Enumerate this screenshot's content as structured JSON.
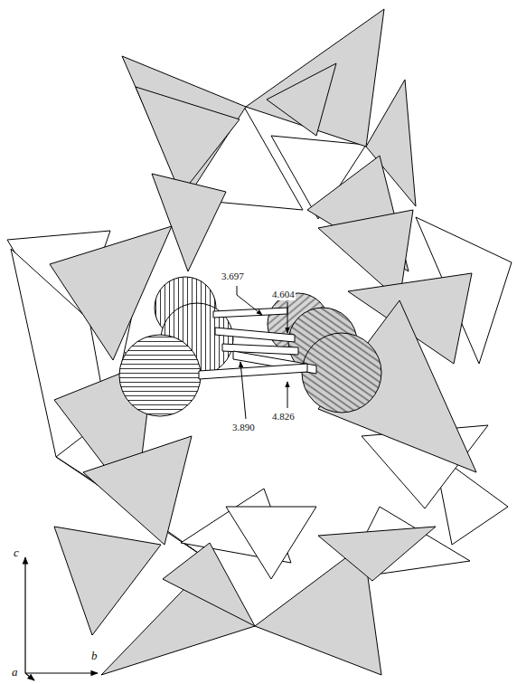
{
  "diagram": {
    "labels": [
      "3.697",
      "4.604",
      "3.890",
      "4.826",
      "c",
      "b",
      "a"
    ]
  }
}
